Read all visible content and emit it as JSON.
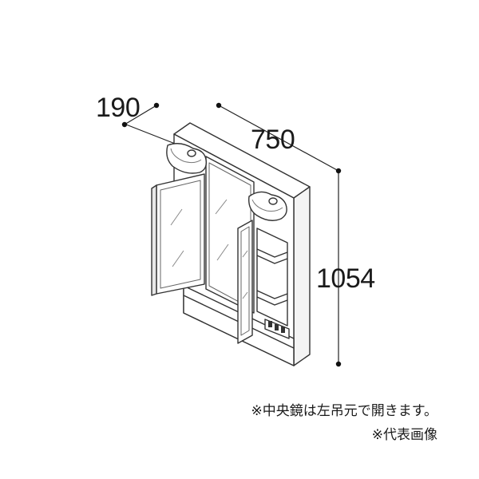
{
  "dimensions": {
    "depth": "190",
    "width": "750",
    "height": "1054"
  },
  "notes": {
    "line1": "※中央鏡は左吊元で開きます。",
    "line2": "※代表画像"
  }
}
